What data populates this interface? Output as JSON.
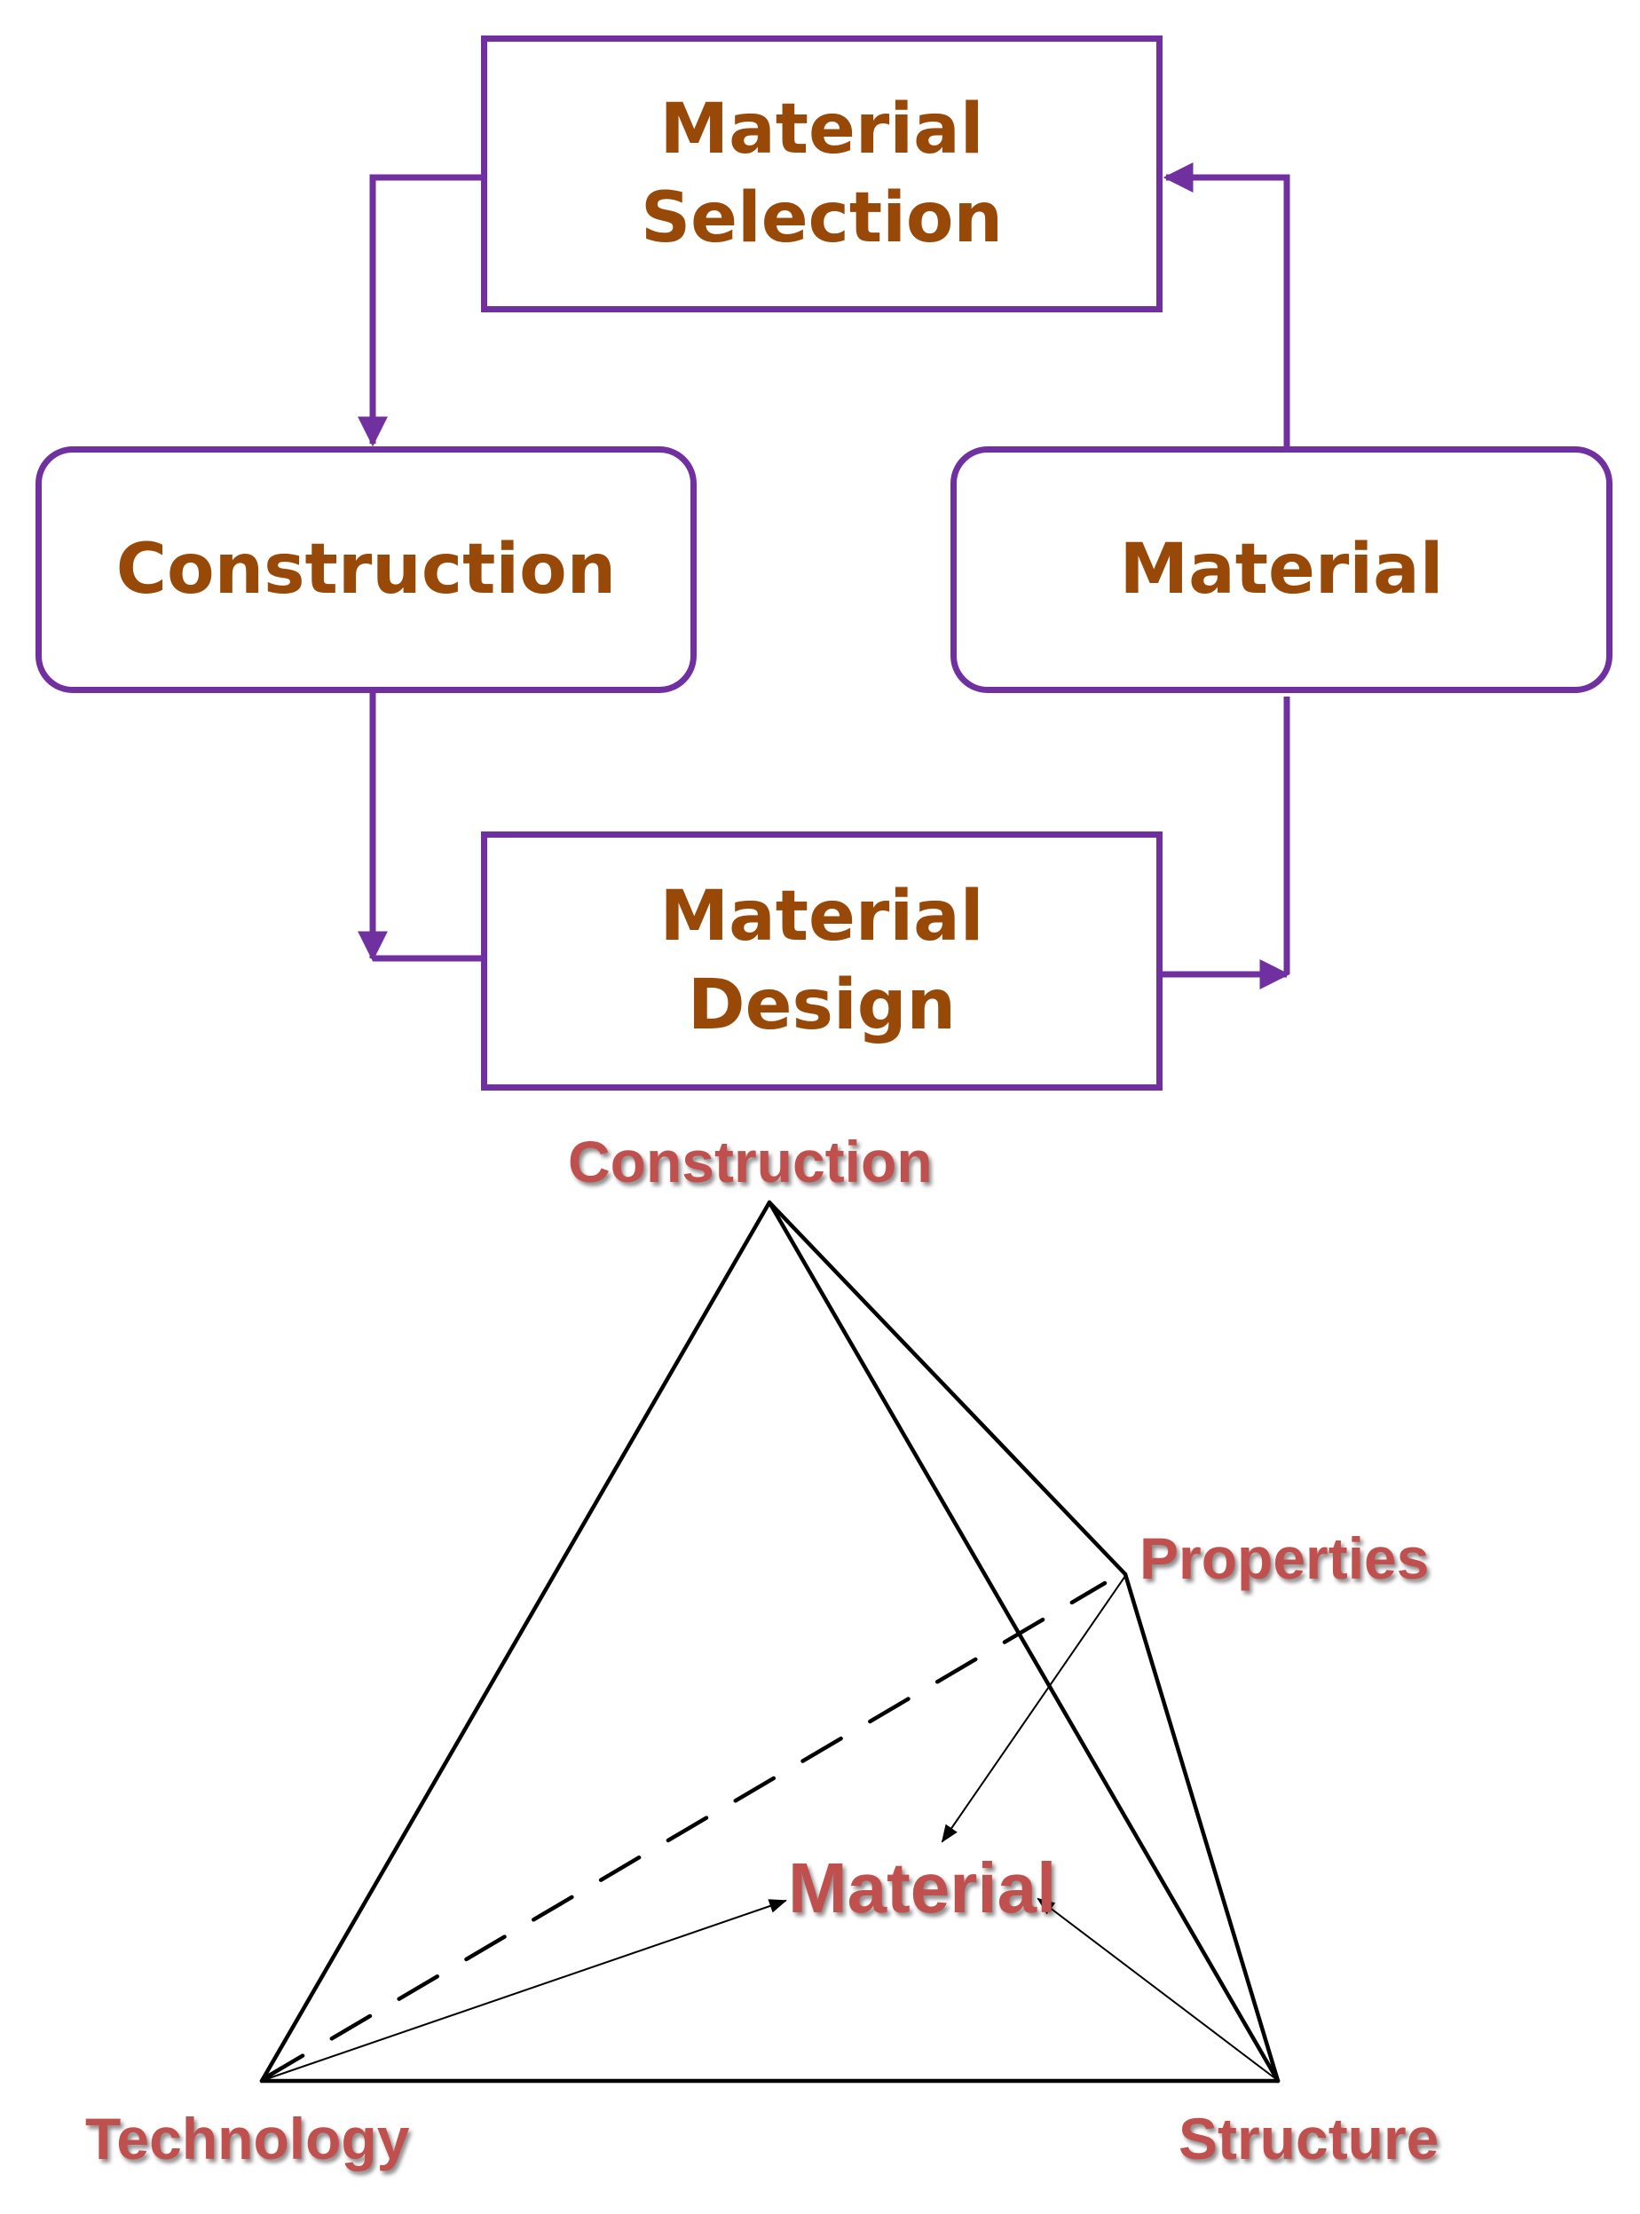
{
  "flowchart": {
    "material_selection": [
      "Material",
      "Selection"
    ],
    "construction": "Construction",
    "material": "Material",
    "material_design": [
      "Material",
      "Design"
    ]
  },
  "tetrahedron": {
    "top": "Construction",
    "right": "Properties",
    "center": "Material",
    "bottom_left": "Technology",
    "bottom_right": "Structure"
  },
  "colors": {
    "box_border": "#7030a0",
    "box_text": "#984807",
    "tetra_label": "#c0504d",
    "lines": "#000000"
  }
}
